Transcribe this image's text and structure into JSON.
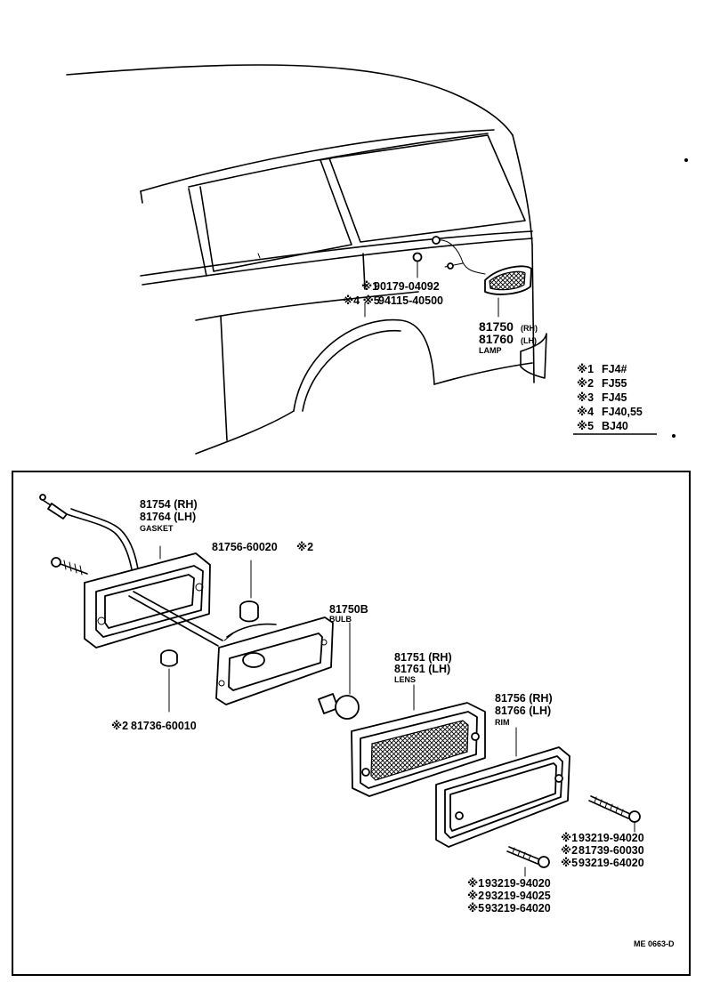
{
  "vehicle_callouts": {
    "clip_part": "90179-04092",
    "clip_marker": "※1",
    "screw_part": "94115-40500",
    "screw_marker": "※4 ※5",
    "lamp_rh": "81750",
    "lamp_rh_side": "(RH)",
    "lamp_lh": "81760",
    "lamp_lh_side": "(LH)",
    "lamp_name": "LAMP"
  },
  "model_legend": [
    {
      "marker": "※1",
      "model": "FJ4#"
    },
    {
      "marker": "※2",
      "model": "FJ55"
    },
    {
      "marker": "※3",
      "model": "FJ45"
    },
    {
      "marker": "※4",
      "model": "FJ40,55"
    },
    {
      "marker": "※5",
      "model": "BJ40"
    }
  ],
  "parts": {
    "gasket": {
      "rh": "81754 (RH)",
      "lh": "81764 (LH)",
      "name": "GASKET"
    },
    "bushing": {
      "number": "81756-60020",
      "marker": "※2"
    },
    "grommet": {
      "marker": "※2",
      "number": "81736-60010"
    },
    "bulb": {
      "number": "81750B",
      "name": "BULB"
    },
    "lens": {
      "rh": "81751 (RH)",
      "lh": "81761 (LH)",
      "name": "LENS"
    },
    "rim": {
      "rh": "81756 (RH)",
      "lh": "81766 (LH)",
      "name": "RIM"
    },
    "screws_upper": [
      {
        "marker": "※1",
        "number": "93219-94020"
      },
      {
        "marker": "※2",
        "number": "81739-60030"
      },
      {
        "marker": "※5",
        "number": "93219-64020"
      }
    ],
    "screws_lower": [
      {
        "marker": "※1",
        "number": "93219-94020"
      },
      {
        "marker": "※2",
        "number": "93219-94025"
      },
      {
        "marker": "※5",
        "number": "93219-64020"
      }
    ]
  },
  "footer_code": "ME 0663-D"
}
